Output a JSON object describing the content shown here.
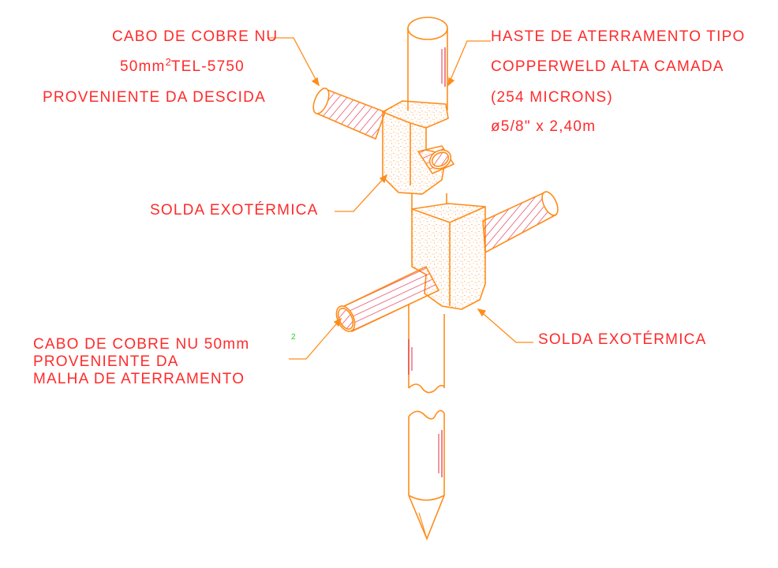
{
  "colors": {
    "label": "#ff2a2a",
    "outline": "#ff8c1a",
    "cable_strand": "#e0304a",
    "weld_dots": "#ff9a3c",
    "superscript_green": "#22cc22"
  },
  "labels": {
    "cabo_top": {
      "line1": "CABO DE COBRE NU",
      "line2_prefix": "50mm",
      "line2_sup": "2",
      "line2_suffix": "TEL-5750",
      "line3": "PROVENIENTE DA DESCIDA"
    },
    "haste": {
      "line1": "HASTE DE ATERRAMENTO TIPO",
      "line2": "COPPERWELD ALTA CAMADA",
      "line3": "(254 MICRONS)",
      "line4": "ø5/8\" x 2,40m"
    },
    "solda_left": "SOLDA EXOTÉRMICA",
    "solda_right": "SOLDA EXOTÉRMICA",
    "cabo_bottom": {
      "line1": "CABO DE COBRE NU 50mm",
      "sup": "2",
      "line2": "PROVENIENTE DA",
      "line3": "MALHA DE ATERRAMENTO"
    }
  }
}
